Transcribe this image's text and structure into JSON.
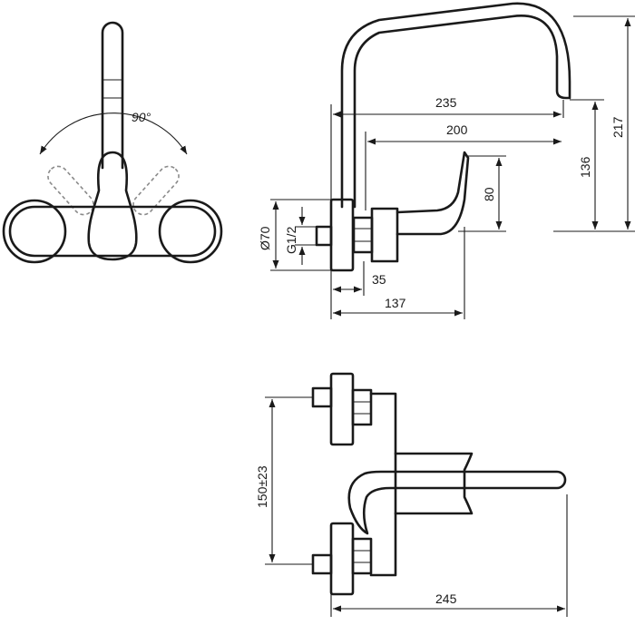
{
  "dimensions": {
    "spout_reach": "235",
    "spout_reach_inner": "200",
    "spout_height": "217",
    "outlet_height": "136",
    "lever_height": "80",
    "flange_diameter": "Ø70",
    "thread": "G1/2",
    "connector_depth": "35",
    "body_depth": "137",
    "centers": "150±23",
    "total_length": "245",
    "lever_swivel": "90°"
  },
  "colors": {
    "line": "#1a1a1a",
    "ghost": "#8a8a8a"
  }
}
